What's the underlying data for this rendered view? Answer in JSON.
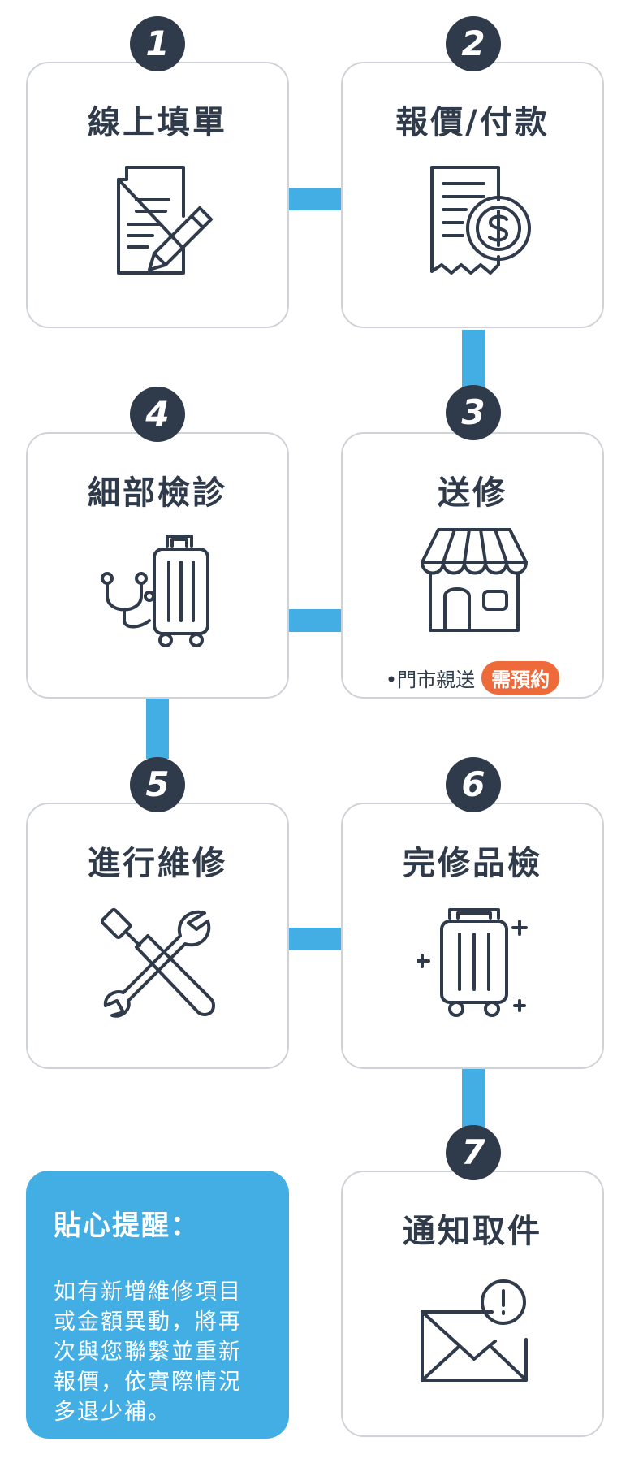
{
  "steps": [
    {
      "number": "1",
      "title": "線上填單",
      "icon": "form-pencil-icon"
    },
    {
      "number": "2",
      "title": "報價/付款",
      "icon": "invoice-dollar-icon"
    },
    {
      "number": "3",
      "title": "送修",
      "icon": "storefront-icon",
      "note": "•門市親送",
      "tag": "需預約"
    },
    {
      "number": "4",
      "title": "細部檢診",
      "icon": "stethoscope-luggage-icon"
    },
    {
      "number": "5",
      "title": "進行維修",
      "icon": "wrench-screwdriver-icon"
    },
    {
      "number": "6",
      "title": "完修品檢",
      "icon": "sparkle-luggage-icon"
    },
    {
      "number": "7",
      "title": "通知取件",
      "icon": "envelope-alert-icon"
    }
  ],
  "reminder": {
    "title": "貼心提醒：",
    "body": "如有新增維修項目或金額異動，將再次與您聯繫並重新報價，依實際情況多退少補。"
  },
  "colors": {
    "accent": "#42aee3",
    "dark": "#2f3a4a",
    "tag": "#ef6a3a"
  }
}
